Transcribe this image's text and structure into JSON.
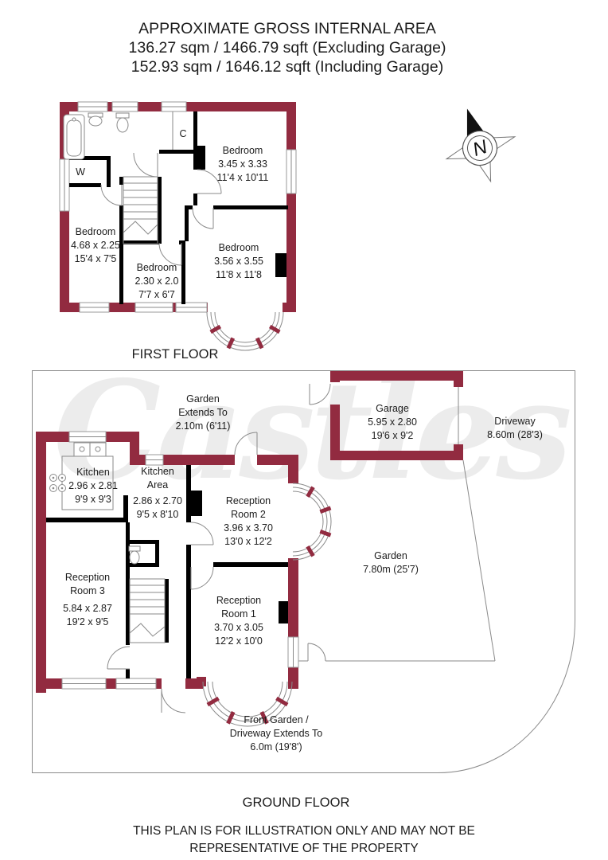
{
  "header": {
    "line1": "APPROXIMATE GROSS INTERNAL AREA",
    "line2": "136.27 sqm / 1466.79 sqft (Excluding Garage)",
    "line3": "152.93 sqm / 1646.12 sqft (Including Garage)"
  },
  "compass": {
    "north_label": "N"
  },
  "watermark_text": "Castles",
  "first_floor": {
    "label": "FIRST FLOOR",
    "cupboard_label": "C",
    "wardrobe_label": "W",
    "bedroom_top": {
      "name": "Bedroom",
      "metric": "3.45 x 3.33",
      "imperial": "11'4 x 10'11"
    },
    "bedroom_left": {
      "name": "Bedroom",
      "metric": "4.68 x 2.25",
      "imperial": "15'4 x 7'5"
    },
    "bedroom_middle": {
      "name": "Bedroom",
      "metric": "2.30 x 2.0",
      "imperial": "7'7 x 6'7"
    },
    "bedroom_right": {
      "name": "Bedroom",
      "metric": "3.56 x 3.55",
      "imperial": "11'8 x 11'8"
    }
  },
  "ground_floor": {
    "label": "GROUND FLOOR",
    "garden_rear": {
      "line1": "Garden",
      "line2": "Extends To",
      "line3": "2.10m (6'11)"
    },
    "garage": {
      "name": "Garage",
      "metric": "5.95 x 2.80",
      "imperial": "19'6 x 9'2"
    },
    "driveway": {
      "name": "Driveway",
      "size": "8.60m (28'3)"
    },
    "kitchen": {
      "name": "Kitchen",
      "metric": "2.96 x 2.81",
      "imperial": "9'9 x 9'3"
    },
    "kitchen_area": {
      "line1": "Kitchen",
      "line2": "Area",
      "metric": "2.86 x 2.70",
      "imperial": "9'5 x 8'10"
    },
    "reception_2": {
      "line1": "Reception",
      "line2": "Room 2",
      "metric": "3.96 x 3.70",
      "imperial": "13'0 x 12'2"
    },
    "garden": {
      "name": "Garden",
      "size": "7.80m (25'7)"
    },
    "reception_3": {
      "line1": "Reception",
      "line2": "Room 3",
      "metric": "5.84 x 2.87",
      "imperial": "19'2 x 9'5"
    },
    "reception_1": {
      "line1": "Reception",
      "line2": "Room 1",
      "metric": "3.70 x 3.05",
      "imperial": "12'2 x 10'0"
    },
    "front_garden": {
      "line1": "Front Garden /",
      "line2": "Driveway Extends To",
      "line3": "6.0m (19'8')"
    }
  },
  "footer": {
    "line1": "THIS PLAN IS FOR ILLUSTRATION ONLY AND MAY NOT BE",
    "line2": "REPRESENTATIVE OF THE PROPERTY"
  },
  "colors": {
    "exterior_wall": "#922B40",
    "interior_wall": "#000000",
    "thin_line": "#8a8a8a",
    "text": "#1c1c1c",
    "watermark": "#ececec"
  }
}
